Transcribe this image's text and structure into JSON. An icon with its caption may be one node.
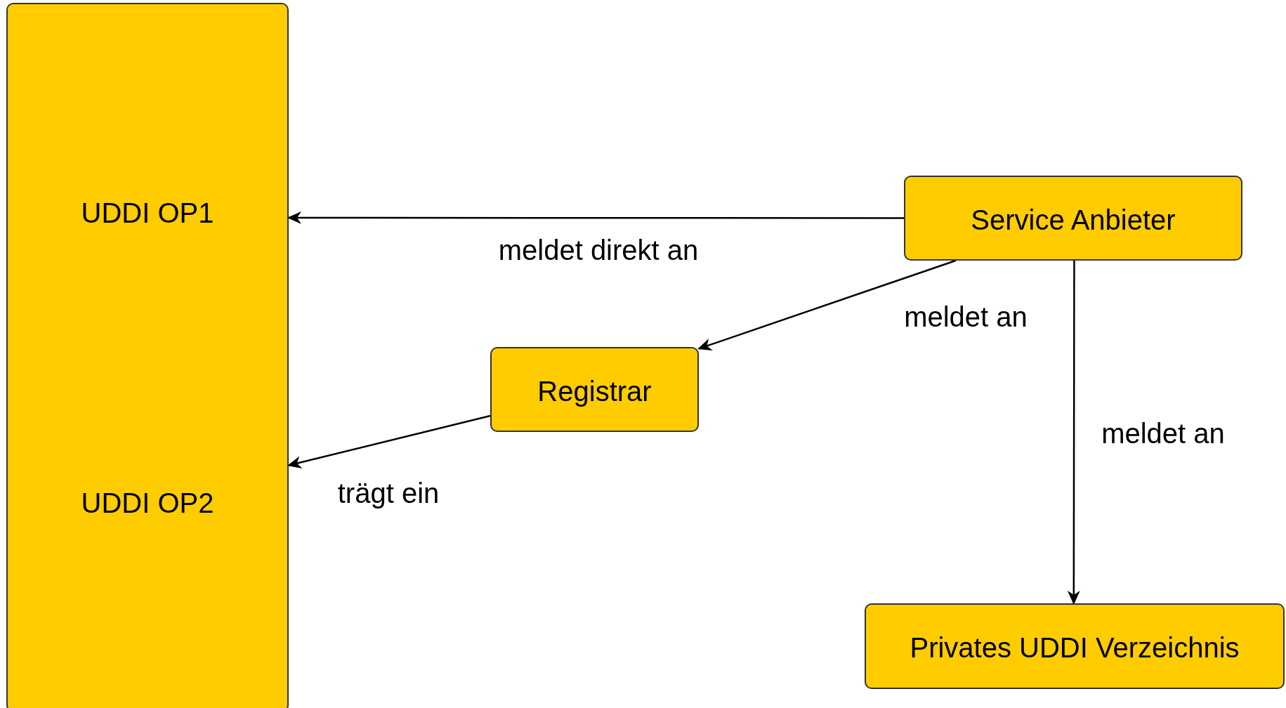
{
  "diagram": {
    "nodes": [
      {
        "text": [
          "UDDI OP1",
          "UDDI OP2"
        ]
      },
      {
        "text": [
          "Service Anbieter"
        ]
      },
      {
        "text": [
          "Registrar"
        ]
      },
      {
        "text": [
          "Privates UDDI Verzeichnis"
        ]
      }
    ],
    "edges": [
      {
        "from": 1,
        "to": 0,
        "arrow": "to",
        "label": "meldet direkt an"
      },
      {
        "from": 1,
        "to": 2,
        "arrow": "to",
        "label": "meldet an"
      },
      {
        "from": 1,
        "to": 3,
        "arrow": "to",
        "label": "meldet an"
      },
      {
        "from": 2,
        "to": 0,
        "arrow": "to",
        "label": "trägt ein"
      }
    ]
  }
}
